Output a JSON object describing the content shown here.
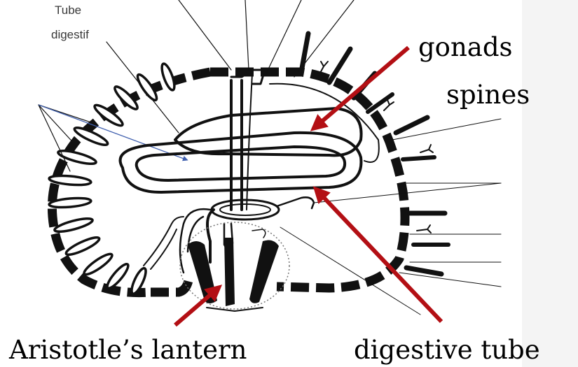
{
  "labels": {
    "tube_digestif": [
      "Tube",
      "digestif"
    ],
    "gonads": "gonads",
    "spines": "spines",
    "lantern": "Aristotle’s lantern",
    "digestive_tube": "digestive tube"
  },
  "colors": {
    "arrow": "#b30f14",
    "pointer": "#3f5fae",
    "ink": "#111111"
  }
}
